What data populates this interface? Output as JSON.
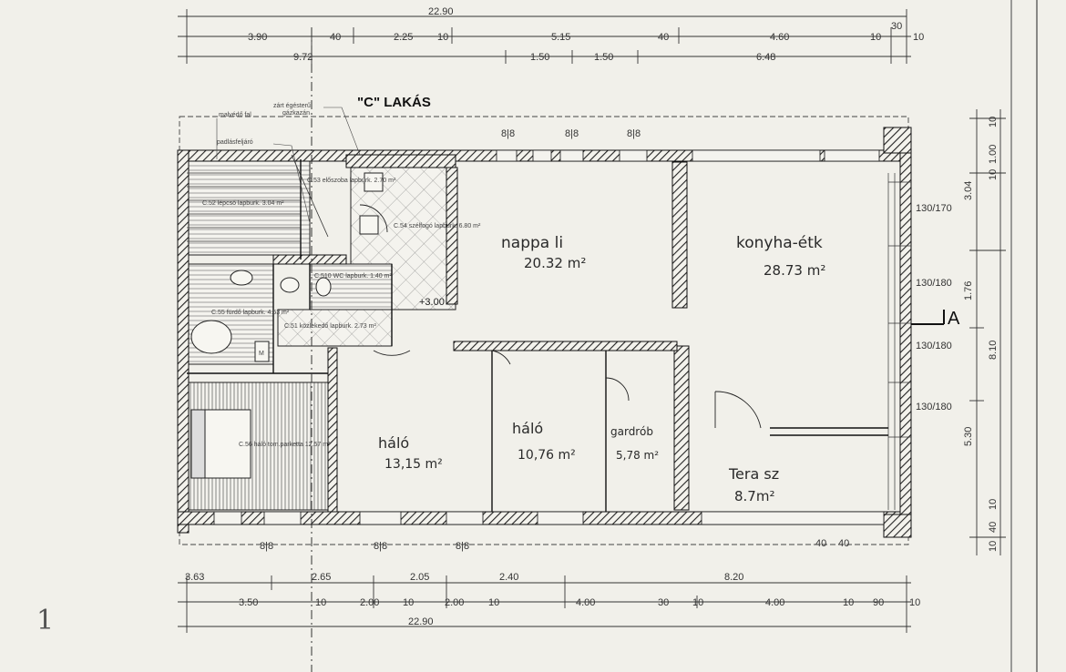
{
  "title": "\"C\" LAKÁS",
  "corner_mark": "1",
  "section_mark": "A",
  "dims_top_total": "22.90",
  "dims_top_row1": [
    "3.90",
    "40",
    "2.25",
    "10",
    "5.15",
    "40",
    "4.60",
    "10",
    "30",
    "10"
  ],
  "dims_top_row2": [
    "9.72",
    "1.50",
    "1.50",
    "6.48"
  ],
  "dims_bottom_row1": [
    "3.63",
    "2.65",
    "2.05",
    "2.40",
    "8.20"
  ],
  "dims_bottom_row2": [
    "3.50",
    "10",
    "2.00",
    "10",
    "2.00",
    "10",
    "4.00",
    "30",
    "10",
    "4.00",
    "10",
    "90",
    "10"
  ],
  "dims_bottom_total": "22.90",
  "dims_right": [
    "10",
    "1.00",
    "10",
    "3.04",
    "1.76",
    "8.10",
    "5.30",
    "10",
    "40",
    "10"
  ],
  "window_tags": [
    "130/170",
    "130/180",
    "130/180",
    "130/180"
  ],
  "window_marks": [
    "8|8",
    "8|8",
    "8|8",
    "8|8",
    "8|8",
    "8|8",
    "40",
    "40"
  ],
  "rooms": [
    {
      "name": "nappa li",
      "area": "20.32 m²"
    },
    {
      "name": "konyha-étk",
      "area": "28.73 m²"
    },
    {
      "name": "háló",
      "area": "13,15 m²"
    },
    {
      "name": "háló",
      "area": "10,76 m²"
    },
    {
      "name": "gardrób",
      "area": "5,78 m²"
    },
    {
      "name": "Tera sz",
      "area": "8.7m²"
    }
  ],
  "small_labels": {
    "zart_egesteru": "zárt égésterű",
    "gazkazan": "gázkazán",
    "malvedo": "malvédő fal",
    "padlasfeljaro": "padlásfeljáró",
    "elevation": "+3.00",
    "c52": "C.52 lépcső lapburk. 3.04 m²",
    "c53": "C.53 előszoba lapburk. 2.70 m²",
    "c54": "C.54 szélfogó lapburk. 6.80 m²",
    "c55": "C.55 fürdő lapburk. 4.53 m²",
    "c510": "C.510 WC lapburk. 1.40 m²",
    "c51": "C.51 közlekedő lapburk. 2.73 m²",
    "c56": "C.56 háló tom.parketta 12.57 m²",
    "m_code": "M"
  }
}
